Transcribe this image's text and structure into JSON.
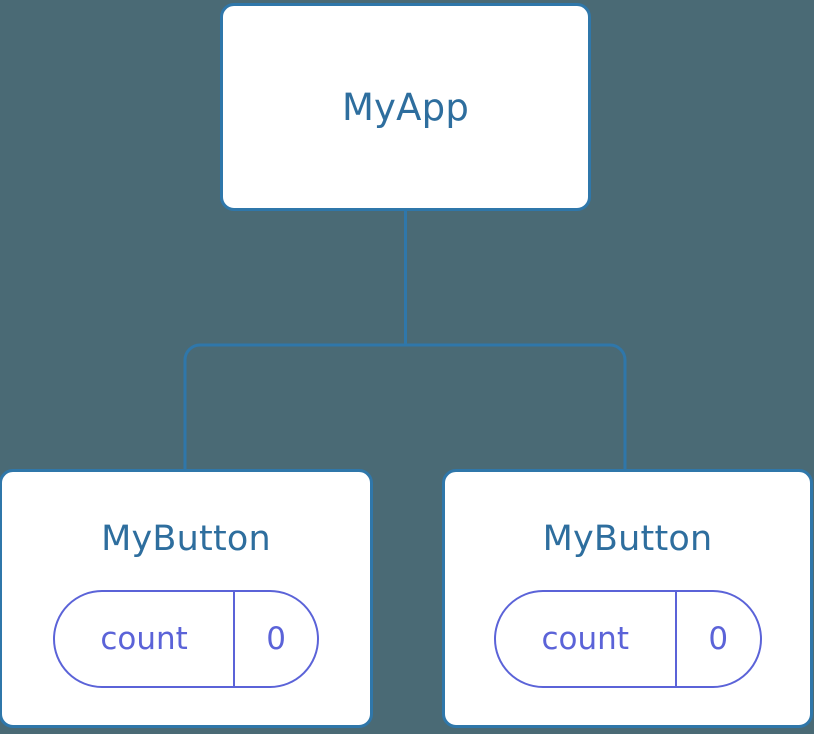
{
  "diagram": {
    "type": "component-tree",
    "background_color": "#4a6a75",
    "node_border_color": "#2f77aa",
    "node_title_color": "#2e6e9e",
    "pill_color": "#5b63d8",
    "edge_color": "#2f77aa",
    "root": {
      "title": "MyApp"
    },
    "children": [
      {
        "title": "MyButton",
        "state": {
          "key": "count",
          "value": "0"
        }
      },
      {
        "title": "MyButton",
        "state": {
          "key": "count",
          "value": "0"
        }
      }
    ]
  }
}
